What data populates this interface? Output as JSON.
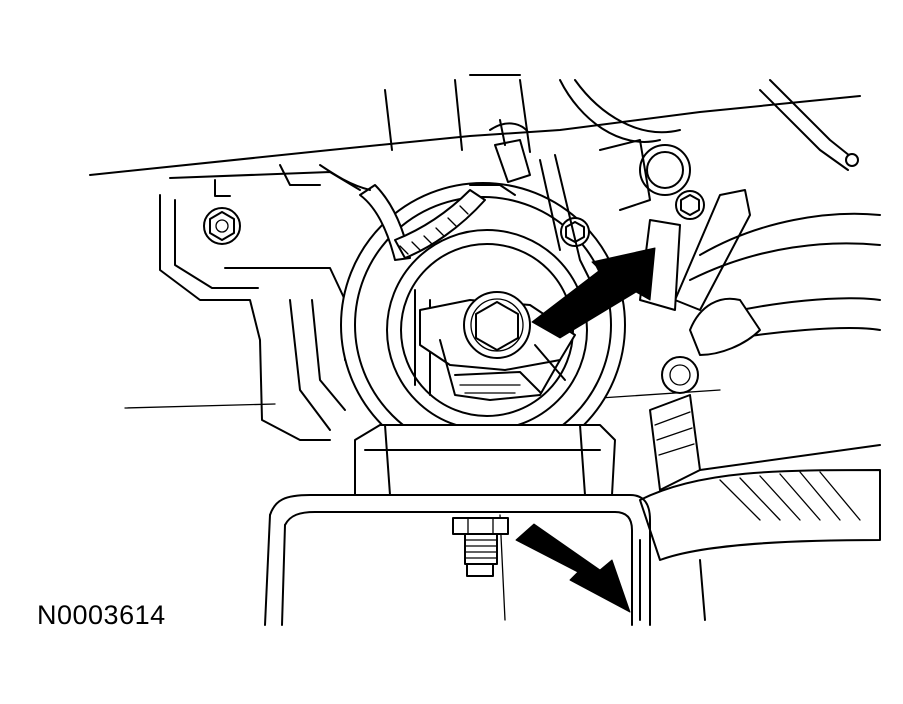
{
  "figure": {
    "id_label": "N0003614"
  },
  "callouts": [
    {
      "icon": "arrow-icon",
      "target": "crankshaft-pulley-bolt"
    },
    {
      "icon": "arrow-icon",
      "target": "engine-mount-stud-nut"
    }
  ],
  "colors": {
    "ink": "#000000",
    "background": "#ffffff"
  }
}
